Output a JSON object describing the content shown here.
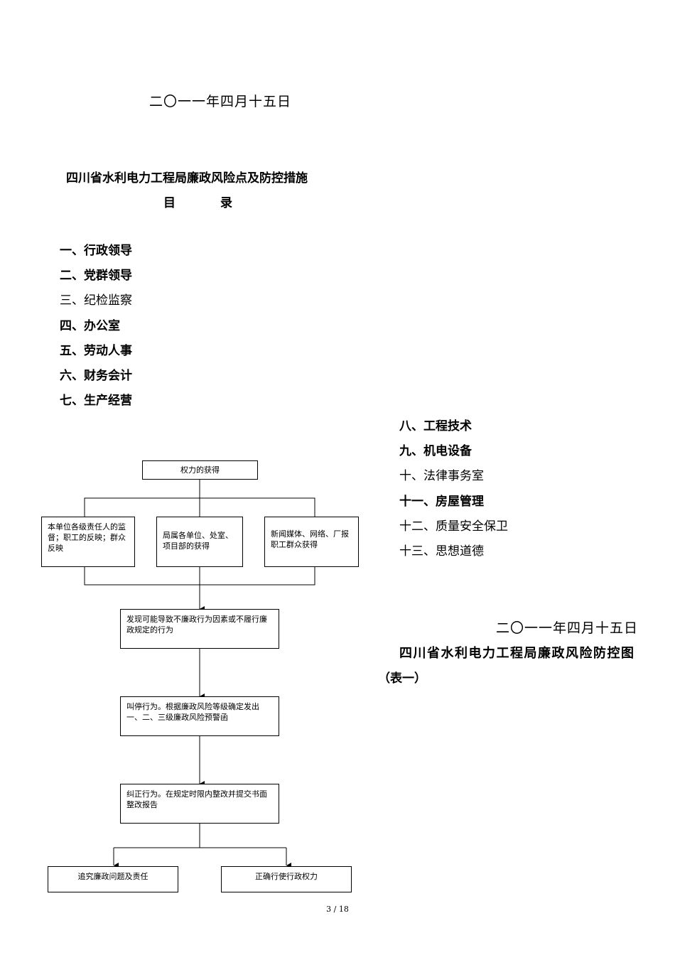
{
  "header": {
    "date_top": "二〇一一年四月十五日"
  },
  "document": {
    "title": "四川省水利电力工程局廉政风险点及防控措施",
    "toc_heading_left": "目",
    "toc_heading_right": "录"
  },
  "toc": {
    "left": [
      "一、行政领导",
      "二、党群领导",
      "三、纪检监察",
      "四、办公室",
      "五、劳动人事",
      "六、财务会计",
      "七、生产经营"
    ],
    "right": [
      "八、工程技术",
      "九、机电设备",
      "十、法律事务室",
      "十一、房屋管理",
      "十二、质量安全保卫",
      "十三、思想道德"
    ]
  },
  "footer_block": {
    "date": "二〇一一年四月十五日",
    "chart_title": "四川省水利电力工程局廉政风险防控图",
    "table_no": "（表一）"
  },
  "flowchart": {
    "top": "权力的获得",
    "sources": [
      "本单位各级责任人的监督；职工的反映；群众反映",
      "局属各单位、处室、项目部的获得",
      "新闻媒体、网络、厂报职工群众获得"
    ],
    "step1": "发现可能导致不廉政行为因素或不履行廉政规定的行为",
    "step2": "叫停行为。根据廉政风险等级确定发出一、二、三级廉政风险预警函",
    "step3": "纠正行为。在规定时限内整改并提交书面整改报告",
    "out_left": "追究廉政问题及责任",
    "out_right": "正确行使行政权力"
  },
  "page": {
    "number": "3 / 18"
  }
}
